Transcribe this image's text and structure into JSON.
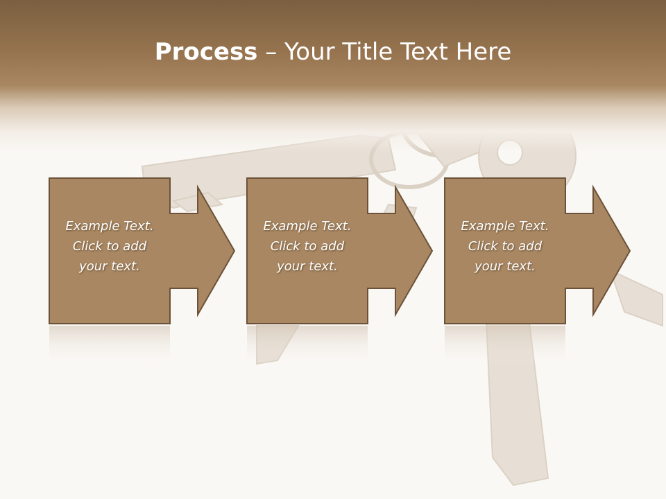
{
  "slide": {
    "title_bold": "Process",
    "title_rest": " – Your Title Text Here",
    "colors": {
      "header_dark": "#7a5f40",
      "header_mid": "#a88762",
      "box_fill": "#a88762",
      "box_stroke": "#6b5238",
      "text": "#ffffff"
    }
  },
  "steps": [
    {
      "lines": [
        "Example Text.",
        "Click  to add",
        "your text."
      ]
    },
    {
      "lines": [
        "Example Text.",
        "Click  to add",
        "your text."
      ]
    },
    {
      "lines": [
        "Example Text.",
        "Click  to add",
        "your text."
      ]
    }
  ]
}
